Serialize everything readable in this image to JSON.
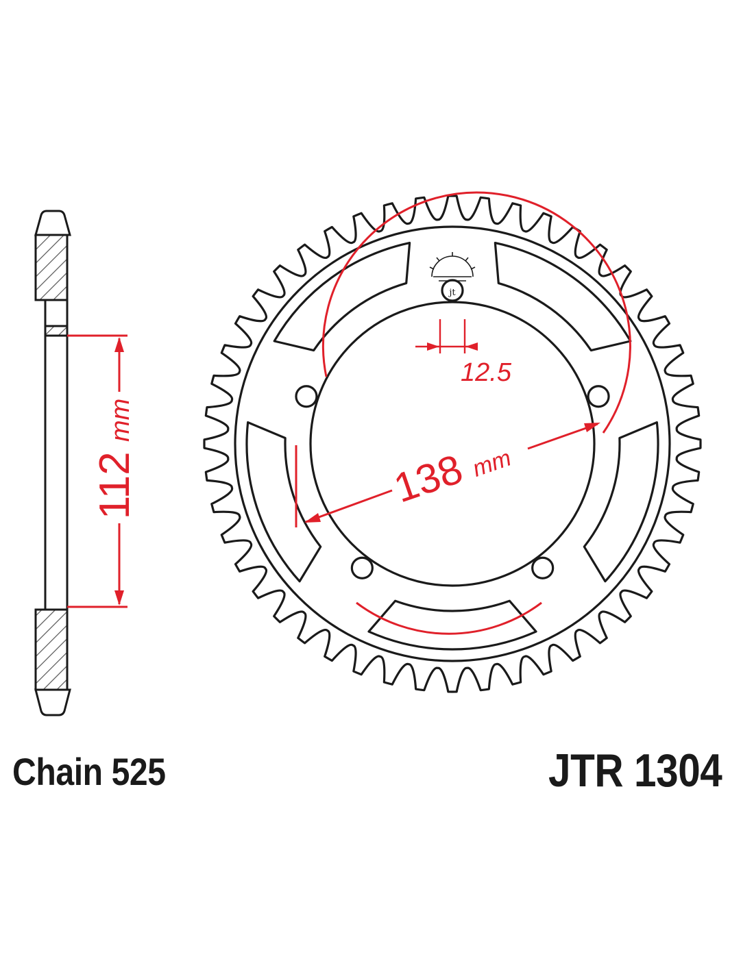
{
  "chain_label": "Chain 525",
  "part_number": "JTR 1304",
  "dimensions": {
    "width_value": "112",
    "width_unit": "mm",
    "pcd_value": "138",
    "pcd_unit": "mm",
    "bolt_hole_value": "12.5"
  },
  "sprocket": {
    "teeth": 48,
    "bolt_holes": 5
  },
  "colors": {
    "outline": "#1a1a1a",
    "dimension": "#e0202a",
    "hatch": "#555555"
  }
}
